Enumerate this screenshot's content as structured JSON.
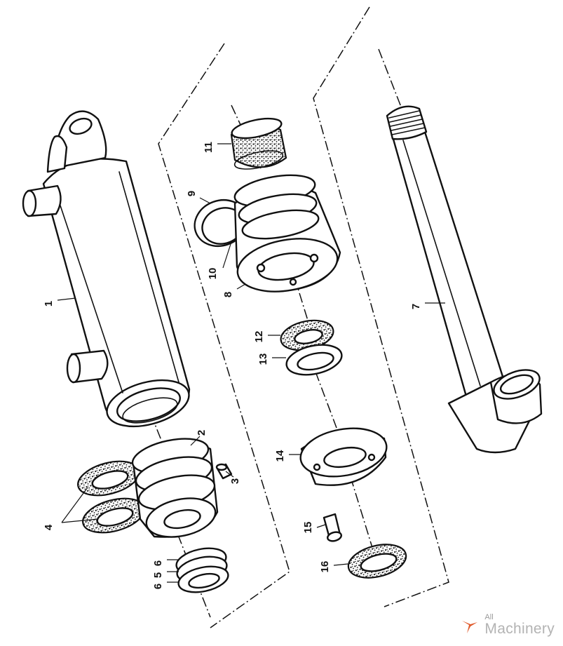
{
  "diagram": {
    "part_labels": [
      "1",
      "2",
      "3",
      "4",
      "6",
      "5",
      "6",
      "7",
      "8",
      "9",
      "10",
      "11",
      "12",
      "13",
      "14",
      "15",
      "16"
    ]
  },
  "watermark": {
    "line1": "All",
    "line2": "Machinery",
    "accent_color": "#e0592a"
  }
}
